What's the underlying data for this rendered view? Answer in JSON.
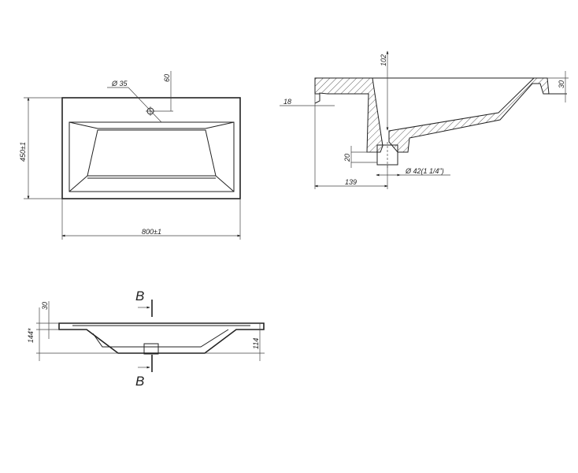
{
  "top_view": {
    "hole_diameter": "Ø 35",
    "hole_offset": "60",
    "depth": "450±1",
    "width": "800±1"
  },
  "section_view": {
    "height": "102",
    "rim": "30",
    "wall": "18",
    "drain_height": "20",
    "drain_diameter": "Ø 42(1 1/4\")",
    "drain_offset": "139"
  },
  "front_view": {
    "rim": "30",
    "total_height": "144*",
    "bowl_height": "114",
    "section_label_top": "B",
    "section_label_bottom": "B"
  }
}
